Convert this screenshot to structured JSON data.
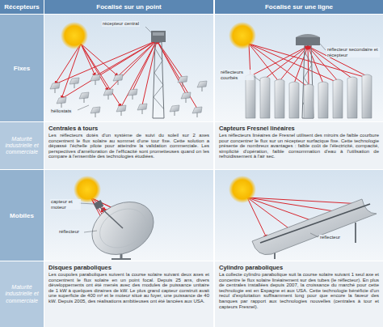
{
  "diagram": {
    "nodes": [
      {
        "text": [
          "Récepteurs"
        ]
      },
      {
        "text": [
          "Focalisé sur un point"
        ]
      },
      {
        "text": [
          "Focalisé sur une ligne"
        ]
      },
      {
        "text": [
          "Fixes"
        ]
      },
      {
        "text": [
          "Maturité industrielle et commerciale"
        ]
      },
      {
        "text": [
          "Centrales à tours",
          "Les réflecteurs dotés d'un système de suivi du soleil sur 2 axes concentrent le flux solaire au sommet d'une tour fixe. Cette solution a dépassé l'échelle pilote pour atteindre la validation commerciale. Les perspectives d'amélioration de l'efficacité sont prometteuses quand on les compare à l'ensemble des technologies étudiées."
        ]
      },
      {
        "text": [
          "Capteurs Fresnel linéaires",
          "Les réflecteurs linéaires de Fresnel utilisent des miroirs de faible courbure pour concentrer le flux sur un récepteur surfacique fixe. Cette technologie présente de nombreux avantages : faible coût de l'électricité, compacité, simplicité d'opération, faible consommation d'eau à l'utilisation de refroidissement à l'air sec."
        ]
      },
      {
        "text": [
          "Mobiles"
        ]
      },
      {
        "text": [
          "Maturité industrielle et commerciale"
        ]
      },
      {
        "text": [
          "Disques paraboliques",
          "Les coupoles paraboliques suivent la course solaire suivant deux axes et concentrent le flux solaire en un point focal. Depuis 25 ans, divers développements ont été menés avec des modules de puissance unitaire de 1 kW à quelques dizaines de kW. Le plus grand capteur construit avait une superficie de 400 m² et le moteur situé au foyer, une puissance de 40 kW. Depuis 2005, des réalisations ambitieuses ont été lancées aux USA."
        ]
      },
      {
        "text": [
          "Cylindro paraboliques",
          "La collecte cylindro parabolique suit la course solaire suivant 1 seul axe et concentre le flux solaire linéairement sur des tubes (le réflecteur). En plus de centrales installées depuis 2007, la croissance du marché pour cette technologie est en Espagne et aux USA. Cette technologie bénéficie d'un recul d'exploitation suffisamment long pour que encore la faveur des banques par rapport aux technologies nouvelles (centrales à tour et capteurs Fresnel)."
        ]
      }
    ],
    "labels": [
      "récepteur central",
      "héliostats",
      "réflecteurs courbés",
      "réflecteur secondaire et récepteur",
      "capteur et moteur",
      "réflecteur",
      "réflecteur"
    ]
  }
}
